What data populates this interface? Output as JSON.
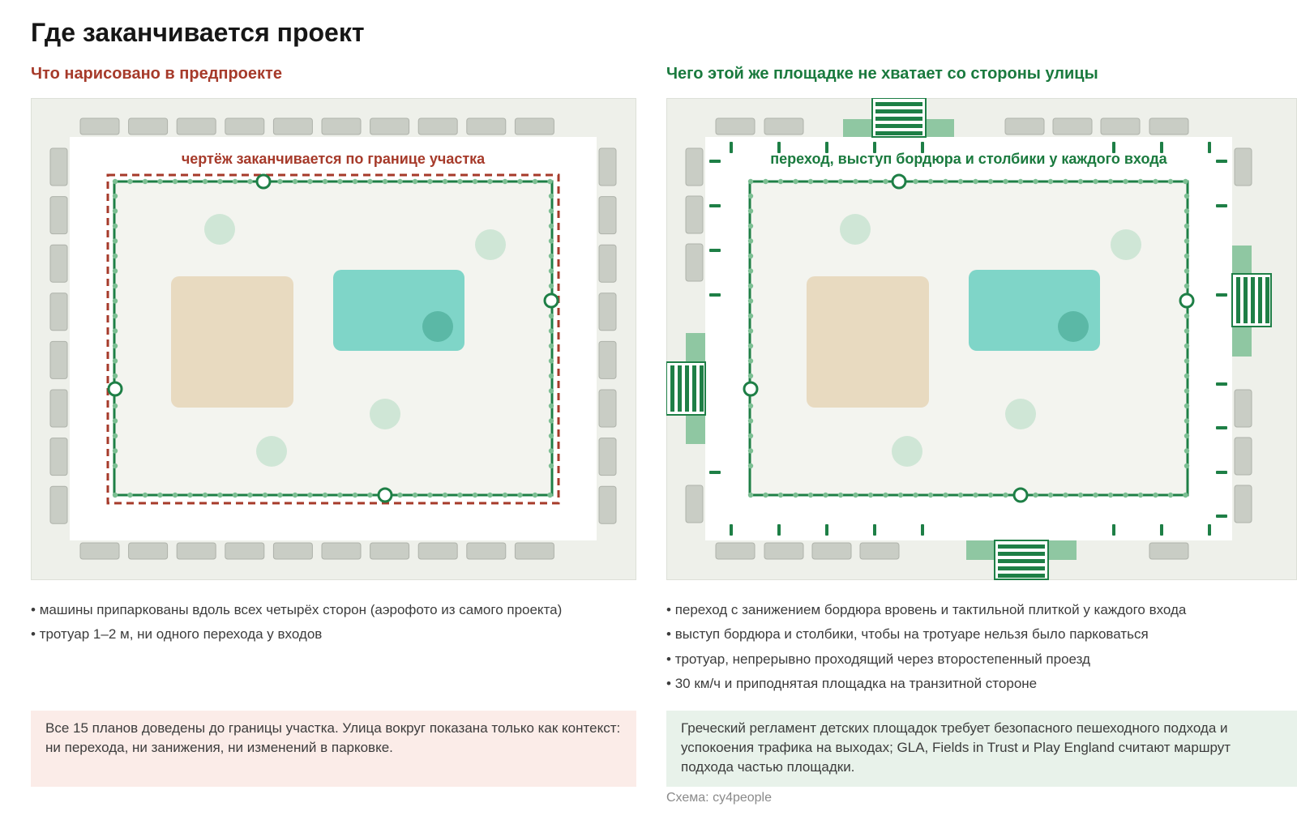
{
  "title": "Где заканчивается проект",
  "left": {
    "heading": "Что нарисовано в предпроекте",
    "diagram_label": "чертёж заканчивается по границе участка",
    "bullets": [
      "машины припаркованы вдоль всех четырёх сторон (аэрофото из самого проекта)",
      "тротуар 1–2 м, ни одного перехода у входов"
    ],
    "note": "Все 15 планов доведены до границы участка. Улица вокруг показана только как контекст: ни перехода, ни занижения, ни изменений в парковке."
  },
  "right": {
    "heading": "Чего этой же площадке не хватает со стороны улицы",
    "diagram_label": "переход, выступ бордюра и столбики у каждого входа",
    "bullets": [
      "переход с занижением бордюра вровень и тактильной плиткой у каждого входа",
      "выступ бордюра и столбики, чтобы на тротуаре нельзя было парковаться",
      "тротуар, непрерывно проходящий через второстепенный проезд",
      "30 км/ч и приподнятая площадка на транзитной стороне"
    ],
    "note": "Греческий регламент детских площадок требует безопасного пешеходного подхода и успокоения трафика на выходах; GLA, Fields in Trust и Play England считают маршрут подхода частью площадки.",
    "source": "Схема: cy4people"
  },
  "colors": {
    "red_accent": "#a63a2a",
    "green_accent": "#1a7a3e",
    "fence_green": "#1e7f46",
    "panel_bg": "#eef0ea",
    "car_gray": "#c9cdc5",
    "sand": "#e8dac0",
    "water_teal": "#7fd5c8",
    "tree_green": "#cfe6d6"
  }
}
